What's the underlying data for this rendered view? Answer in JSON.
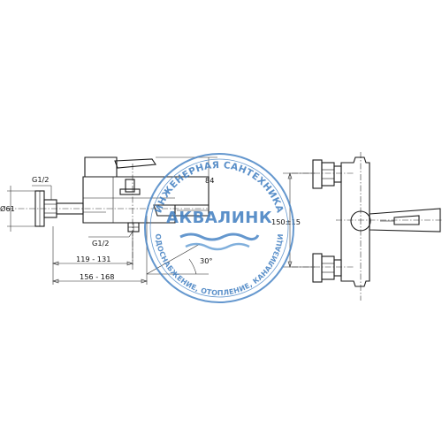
{
  "dimensions": {
    "thread_side": "G1/2",
    "diameter": "Ø61",
    "thread_bottom": "G1/2",
    "width_inner": "119 - 131",
    "width_outer": "156 - 168",
    "height_handle": "84",
    "angle": "30°",
    "centers": "150±15"
  },
  "watermark": {
    "brand": "АКВАЛИНК",
    "top_arc": "ИНЖЕНЕРНАЯ САНТЕХНИКА",
    "bottom_arc": "ВОДОСНАБЖЕНИЕ, ОТОПЛЕНИЕ, КАНАЛИЗАЦИЯ",
    "color": "#3f7dc0"
  }
}
